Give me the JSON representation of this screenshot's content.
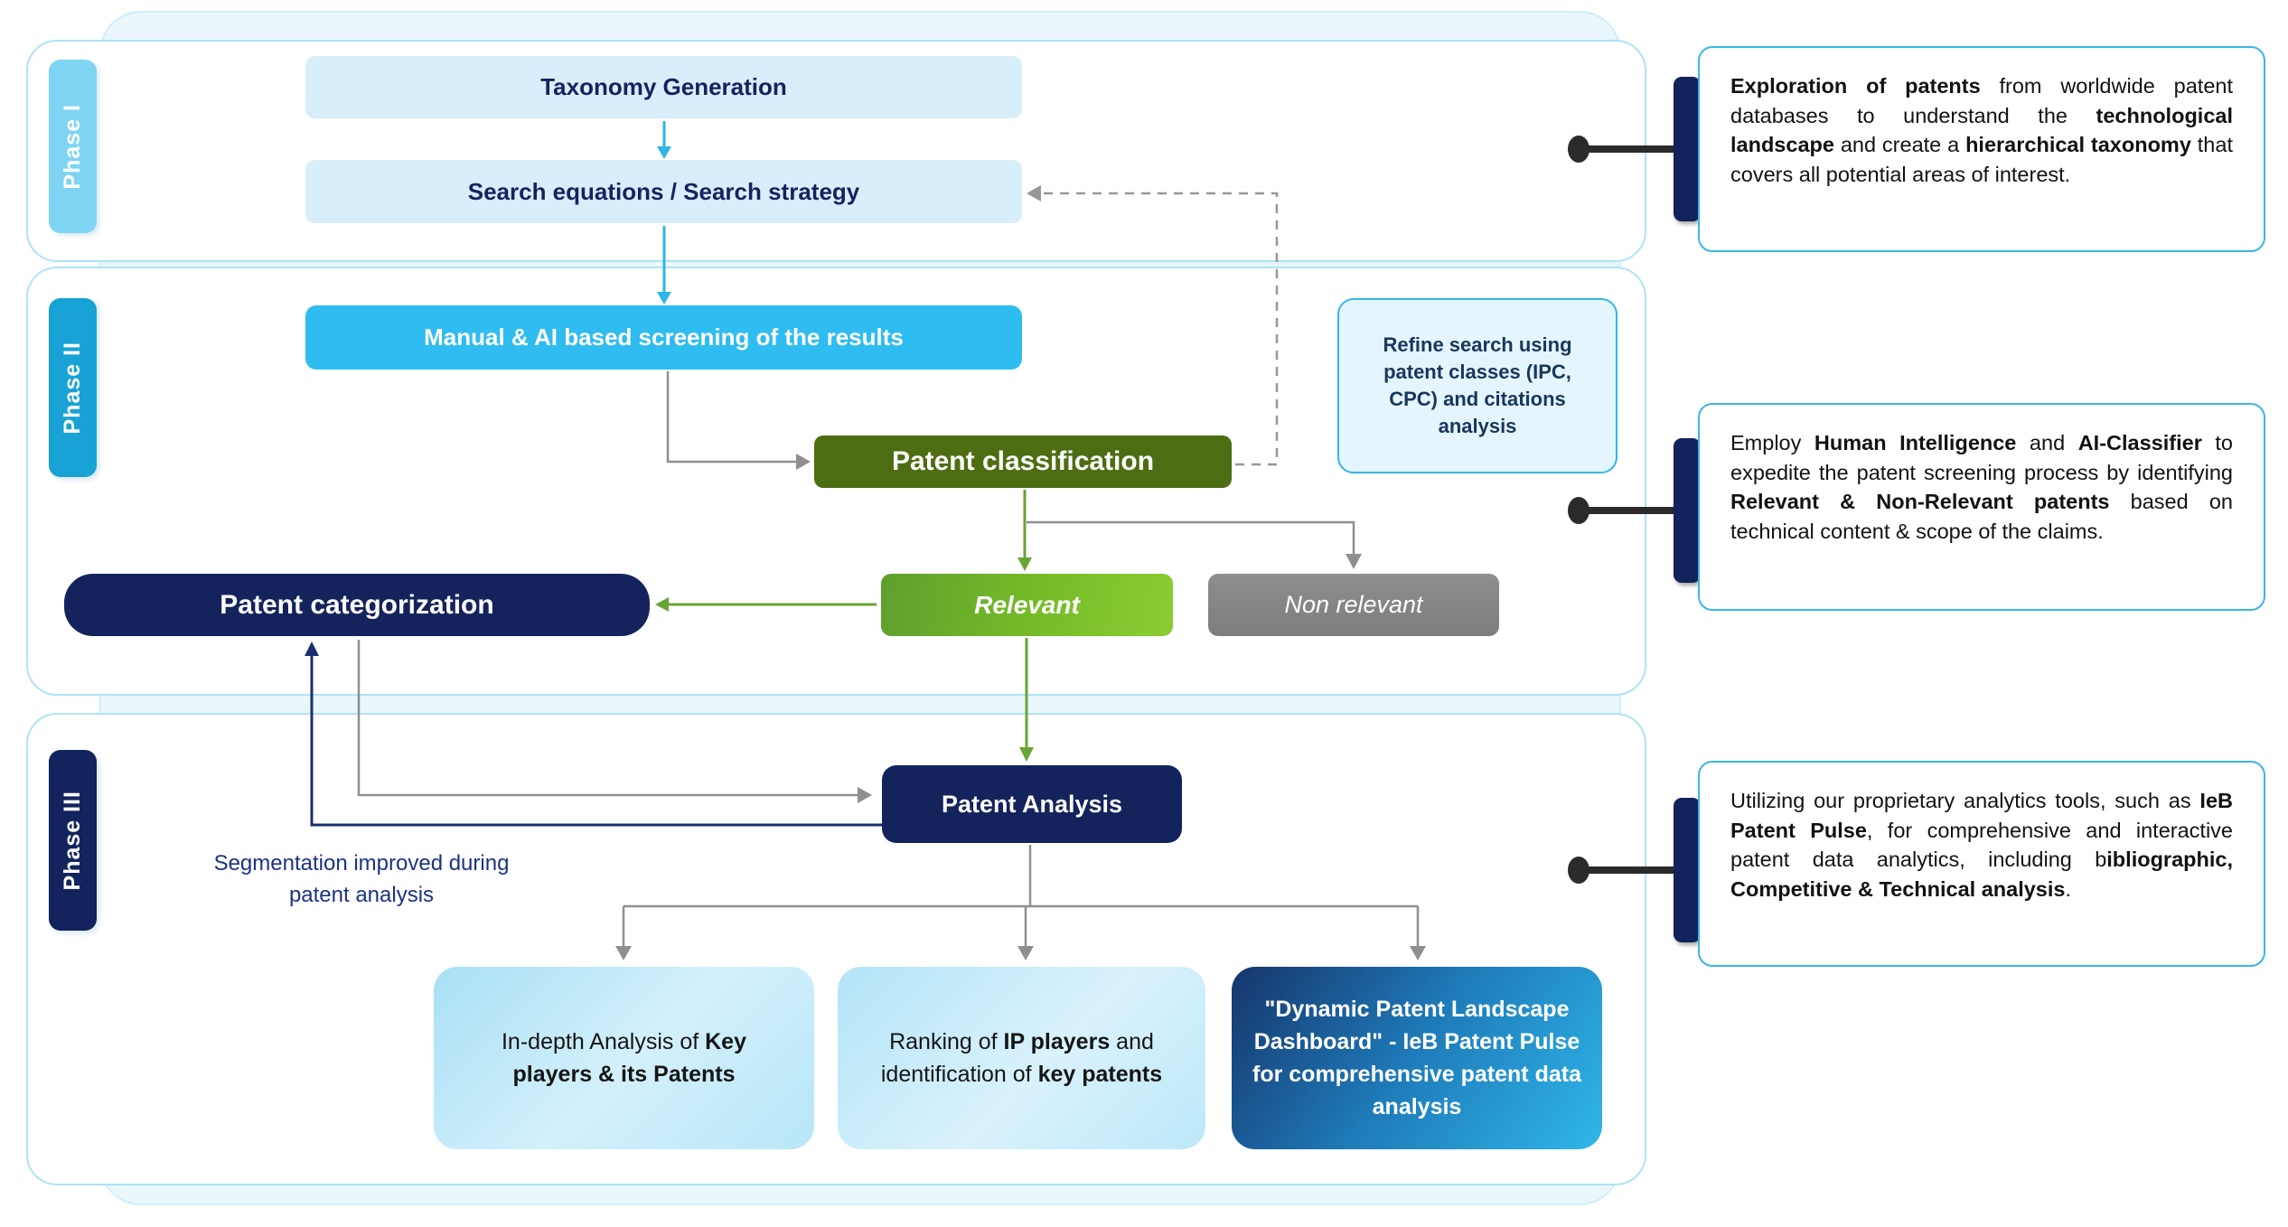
{
  "phases": [
    {
      "label": "Phase I"
    },
    {
      "label": "Phase II"
    },
    {
      "label": "Phase III"
    }
  ],
  "nodes": {
    "taxonomy": "Taxonomy Generation",
    "search": "Search equations / Search strategy",
    "screening": "Manual & AI based screening of the results",
    "refine": "Refine search using patent classes (IPC, CPC) and citations analysis",
    "classification": "Patent classification",
    "categorization": "Patent categorization",
    "relevant": "Relevant",
    "non_relevant": "Non relevant",
    "analysis": "Patent Analysis",
    "segmentation_note": "Segmentation improved during patent analysis"
  },
  "outputs": [
    {
      "segments": [
        {
          "text": "In-depth Analysis of ",
          "bold": false
        },
        {
          "text": "Key players & its Patents",
          "bold": true
        }
      ]
    },
    {
      "segments": [
        {
          "text": "Ranking of ",
          "bold": false
        },
        {
          "text": "IP players",
          "bold": true
        },
        {
          "text": " and identification of ",
          "bold": false
        },
        {
          "text": "key patents",
          "bold": true
        }
      ]
    },
    {
      "segments": [
        {
          "text": "\"Dynamic Patent Landscape Dashboard\" - IeB Patent Pulse for comprehensive patent data analysis",
          "bold": true
        }
      ]
    }
  ],
  "callouts": [
    {
      "segments": [
        {
          "text": "Exploration of patents",
          "bold": true
        },
        {
          "text": " from worldwide patent databases to understand the ",
          "bold": false
        },
        {
          "text": "technological landscape",
          "bold": true
        },
        {
          "text": " and create a ",
          "bold": false
        },
        {
          "text": "hierarchical taxonomy",
          "bold": true
        },
        {
          "text": " that covers all potential areas of interest.",
          "bold": false
        }
      ]
    },
    {
      "segments": [
        {
          "text": "Employ ",
          "bold": false
        },
        {
          "text": "Human Intelligence",
          "bold": true
        },
        {
          "text": " and ",
          "bold": false
        },
        {
          "text": "AI-Classifier",
          "bold": true
        },
        {
          "text": " to expedite the patent screening process by identifying ",
          "bold": false
        },
        {
          "text": "Relevant & Non-Relevant patents",
          "bold": true
        },
        {
          "text": " based on technical content & scope of the claims.",
          "bold": false
        }
      ]
    },
    {
      "segments": [
        {
          "text": "Utilizing our proprietary analytics tools, such as ",
          "bold": false
        },
        {
          "text": "IeB Patent Pulse",
          "bold": true
        },
        {
          "text": ", for comprehensive and interactive patent data analytics, including b",
          "bold": false
        },
        {
          "text": "ibliographic, Competitive & Technical analysis",
          "bold": true
        },
        {
          "text": ".",
          "bold": false
        }
      ]
    }
  ],
  "colors": {
    "cyan_accent": "#2fbcf0",
    "light_blue_box": "#d8eefb",
    "olive_green": "#4d6d12",
    "relevant_green": "#76bc27",
    "non_relevant_gray": "#858587",
    "navy": "#14235c",
    "phase1_pill": "#7fd4f4",
    "phase2_pill": "#19a2d6",
    "callout_border": "#3ab5e9",
    "connector_gray": "#8f8f8f",
    "connector_green": "#6aa436"
  }
}
